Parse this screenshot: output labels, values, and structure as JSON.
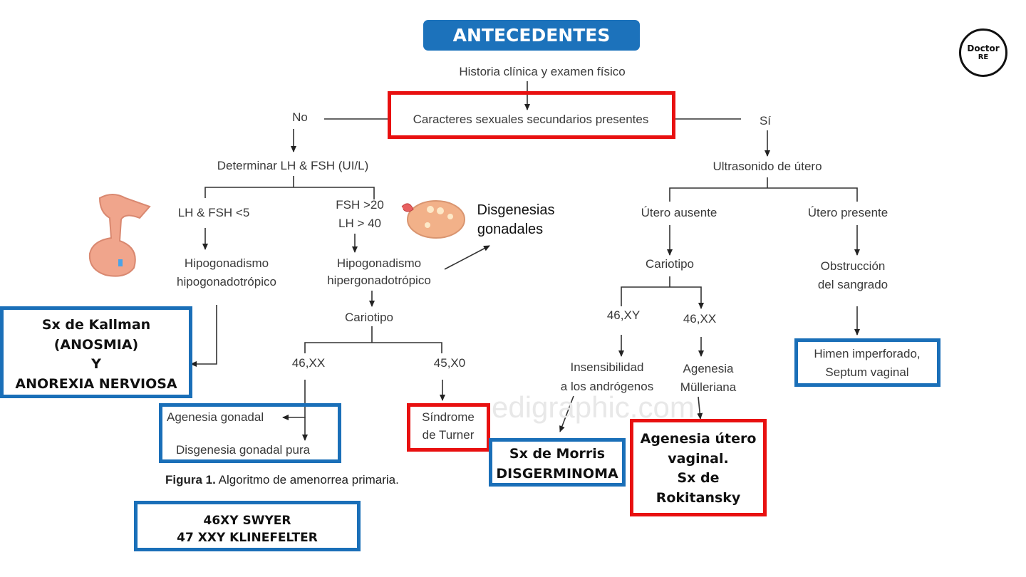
{
  "title": "ANTECEDENTES",
  "logo": {
    "line1": "Doctor",
    "line2": "RE"
  },
  "watermark": "edigraphic.com",
  "nodes": {
    "root": "Historia clínica y examen físico",
    "caracteres": "Caracteres sexuales secundarios presentes",
    "no": "No",
    "si": "Sí",
    "determinar": "Determinar LH & FSH (UI/L)",
    "lh_fsh_low": "LH & FSH <5",
    "fsh_high_1": "FSH >20",
    "fsh_high_2": "LH > 40",
    "hipo_hipo_1": "Hipogonadismo",
    "hipo_hipo_2": "hipogonadotrópico",
    "hipo_hiper_1": "Hipogonadismo",
    "hipo_hiper_2": "hipergonadotrópico",
    "cariotipo_left": "Cariotipo",
    "k46xx_left": "46,XX",
    "k45x0": "45,X0",
    "agenesia_gonadal": "Agenesia gonadal",
    "disgenesia_pura": "Disgenesia gonadal pura",
    "turner_1": "Síndrome",
    "turner_2": "de Turner",
    "ultrasonido": "Ultrasonido de útero",
    "utero_ausente": "Útero ausente",
    "utero_presente": "Útero presente",
    "cariotipo_right": "Cariotipo",
    "k46xy": "46,XY",
    "k46xx_right": "46,XX",
    "insens_1": "Insensibilidad",
    "insens_2": "a los andrógenos",
    "agenesia_mull_1": "Agenesia",
    "agenesia_mull_2": "Mülleriana",
    "obstruccion_1": "Obstrucción",
    "obstruccion_2": "del sangrado",
    "himen_1": "Himen imperforado,",
    "himen_2": "Septum vaginal"
  },
  "annotations": {
    "kallman": [
      "Sx de Kallman",
      "(ANOSMIA)",
      "Y",
      "ANOREXIA NERVIOSA"
    ],
    "disgenesias": [
      "Disgenesias",
      "gonadales"
    ],
    "swyer": [
      "46XY SWYER",
      "47 XXY KLINEFELTER"
    ],
    "morris": [
      "Sx de Morris",
      "DISGERMINOMA"
    ],
    "rokitansky": [
      "Agenesia útero",
      "vaginal.",
      "Sx de",
      "Rokitansky"
    ]
  },
  "caption": {
    "bold": "Figura 1.",
    "text": " Algoritmo de amenorrea primaria."
  },
  "colors": {
    "title_bg": "#1c72bb",
    "blue_box": "#1a6fb8",
    "red_box": "#e81010"
  }
}
